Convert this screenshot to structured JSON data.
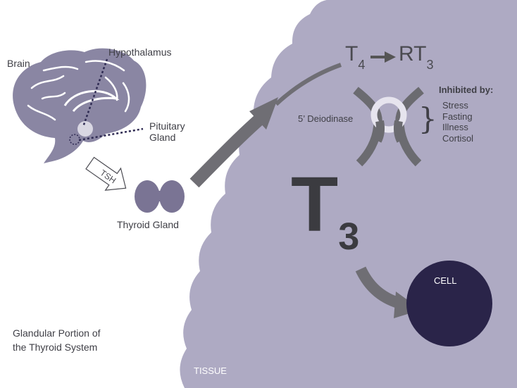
{
  "labels": {
    "brain": "Brain",
    "hypothalamus": "Hypothalamus",
    "pituitary_line1": "Pituitary",
    "pituitary_line2": "Gland",
    "tsh": "TSH",
    "thyroid_gland": "Thyroid Gland",
    "glandular_line1": "Glandular Portion of",
    "glandular_line2": "the Thyroid System",
    "tissue": "TISSUE",
    "t4": "T",
    "t4_sub": "4",
    "rt3": "RT",
    "rt3_sub": "3",
    "deiodinase": "5’ Deiodinase",
    "inhibited_by": "Inhibited by:",
    "t3": "T",
    "t3_sub": "3",
    "cell": "CELL"
  },
  "inhibitors": [
    "Stress",
    "Fasting",
    "Illness",
    "Cortisol"
  ],
  "colors": {
    "tissue": "#aeaac3",
    "cell": "#2a2449",
    "brain": "#8a86a3",
    "thyroid": "#7a7494",
    "arrow": "#6f6e74",
    "text_dark": "#3f3f46",
    "dotted_line": "#2e2a52"
  }
}
